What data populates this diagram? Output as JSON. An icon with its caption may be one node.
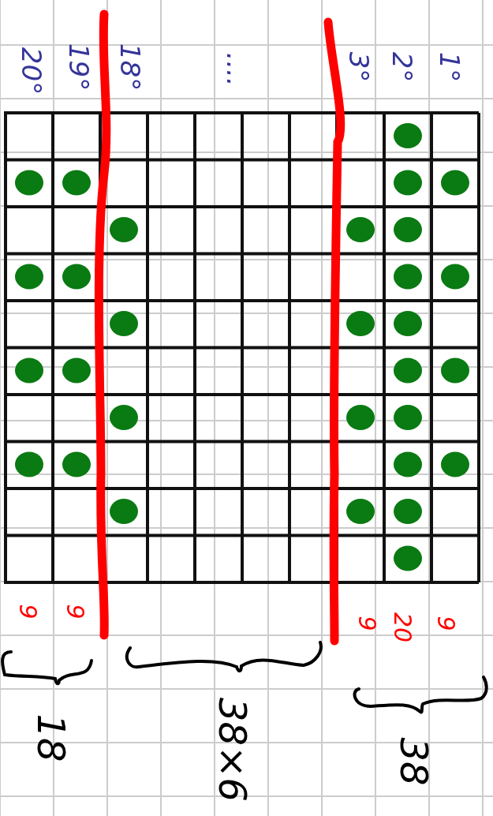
{
  "diagram": {
    "labels": [
      "20°",
      "19°",
      "18°",
      "....",
      "3°",
      "2°",
      "1°",
      "9",
      "9",
      "9",
      "20",
      "9",
      "18",
      "38×6",
      "38"
    ]
  }
}
